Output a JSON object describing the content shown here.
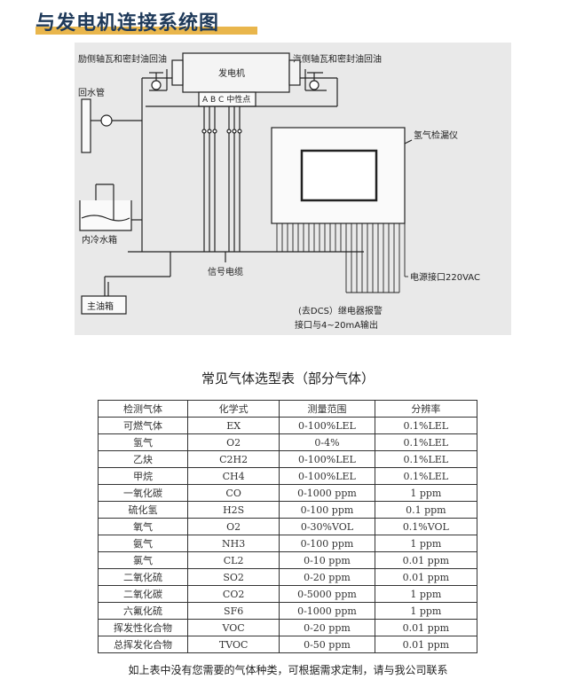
{
  "header": {
    "title": "与发电机连接系统图"
  },
  "diagram": {
    "labels": {
      "exciter_oil": "励侧轴瓦和密封油回油",
      "turbine_oil": "汽侧轴瓦和密封油回油",
      "generator": "发电机",
      "phases": "A B C 中性点",
      "return_pipe": "回水管",
      "detector": "氢气检漏仪",
      "cooling_tank": "内冷水箱",
      "signal_cable": "信号电缆",
      "power": "电源接口220VAC",
      "main_tank": "主油箱",
      "dcs_line1": "(去DCS）继电器报警",
      "dcs_line2": "接口与4~20mA输出"
    }
  },
  "table": {
    "title": "常见气体选型表（部分气体）",
    "headers": [
      "检测气体",
      "化学式",
      "测量范围",
      "分辨率"
    ],
    "rows": [
      [
        "可燃气体",
        "EX",
        "0-100%LEL",
        "0.1%LEL"
      ],
      [
        "氢气",
        "O2",
        "0-4%",
        "0.1%LEL"
      ],
      [
        "乙炔",
        "C2H2",
        "0-100%LEL",
        "0.1%LEL"
      ],
      [
        "甲烷",
        "CH4",
        "0-100%LEL",
        "0.1%LEL"
      ],
      [
        "一氧化碳",
        "CO",
        "0-1000 ppm",
        "1 ppm"
      ],
      [
        "硫化氢",
        "H2S",
        "0-100 ppm",
        "0.1 ppm"
      ],
      [
        "氧气",
        "O2",
        "0-30%VOL",
        "0.1%VOL"
      ],
      [
        "氨气",
        "NH3",
        "0-100 ppm",
        "1 ppm"
      ],
      [
        "氯气",
        "CL2",
        "0-10 ppm",
        "0.01 ppm"
      ],
      [
        "二氧化硫",
        "SO2",
        "0-20 ppm",
        "0.01 ppm"
      ],
      [
        "二氧化碳",
        "CO2",
        "0-5000 ppm",
        "1 ppm"
      ],
      [
        "六氟化硫",
        "SF6",
        "0-1000 ppm",
        "1 ppm"
      ],
      [
        "挥发性化合物",
        "VOC",
        "0-20 ppm",
        "0.01 ppm"
      ],
      [
        "总挥发化合物",
        "TVOC",
        "0-50 ppm",
        "0.01 ppm"
      ]
    ]
  },
  "footer": {
    "note": "如上表中没有您需要的气体种类，可根据需求定制，请与我公司联系"
  }
}
